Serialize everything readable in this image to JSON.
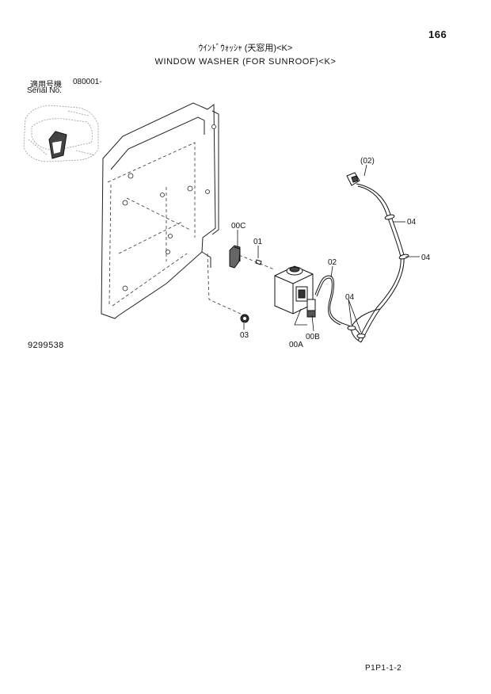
{
  "header": {
    "page_number": "166",
    "title_jp": "ｳｲﾝﾄﾞｳｫｯｼｬ (天窓用)<K>",
    "title_en": "WINDOW WASHER (FOR SUNROOF)<K>"
  },
  "serial": {
    "label_jp": "適用号機",
    "label_en": "Serial No.",
    "value": "080001-"
  },
  "callouts": {
    "c_02_paren": "(02)",
    "c_04_a": "04",
    "c_04_b": "04",
    "c_00C": "00C",
    "c_01": "01",
    "c_02": "02",
    "c_04_c": "04",
    "c_03": "03",
    "c_00A": "00A",
    "c_00B": "00B"
  },
  "footer": {
    "figure_code": "9299538",
    "page_ref": "P1P1-1-2"
  }
}
